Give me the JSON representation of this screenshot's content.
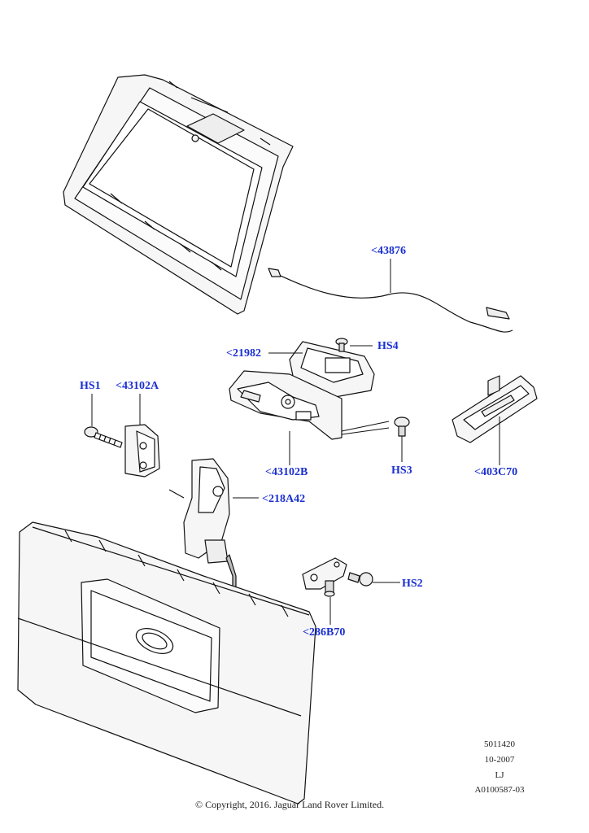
{
  "callouts": {
    "c43876": "<43876",
    "c21982": "<21982",
    "hs4": "HS4",
    "hs1": "HS1",
    "c43102a": "<43102A",
    "c43102b": "<43102B",
    "hs3": "HS3",
    "c403c70": "<403C70",
    "c218a42": "<218A42",
    "hs2": "HS2",
    "c286b70": "<286B70"
  },
  "meta": {
    "line1": "5011420",
    "line2": "10-2007",
    "line3": "LJ",
    "line4": "A0100587-03"
  },
  "copyright": "© Copyright, 2016. Jaguar Land Rover Limited.",
  "colors": {
    "callout": "#1a2fd0",
    "line": "#111111",
    "fill": "#f4f4f4"
  }
}
